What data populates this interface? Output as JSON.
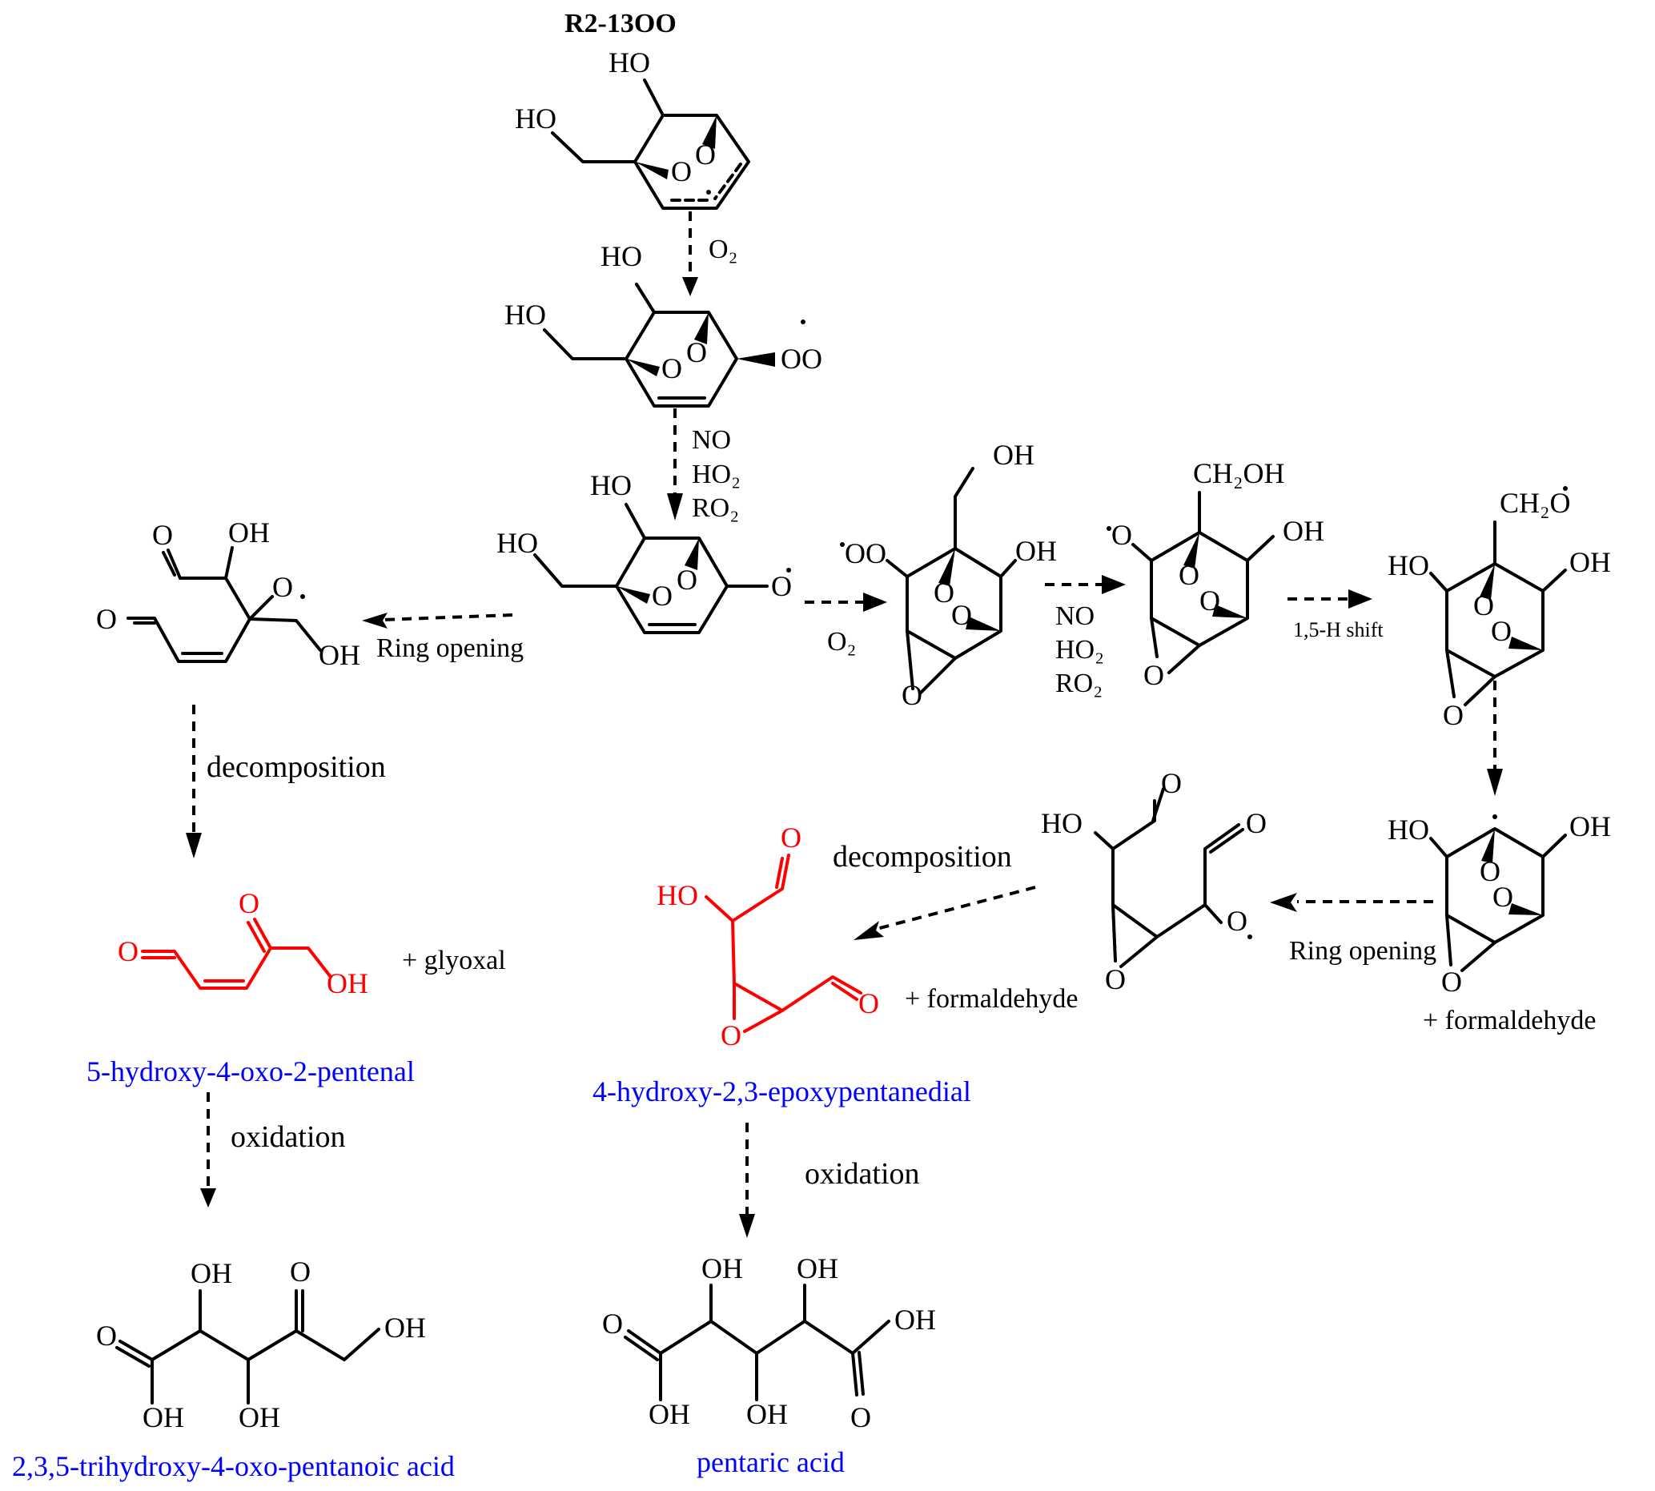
{
  "title": "R2-13OO",
  "colors": {
    "bond": "#000000",
    "product_highlight": "#ff0000",
    "product_name": "#0000ff"
  },
  "atoms": {
    "HO": "HO",
    "OH": "OH",
    "O": "O",
    "OO": "OO",
    "CH2OH": "CH₂OH",
    "CH2O": "CH₂O"
  },
  "conditions": {
    "o2": "O₂",
    "no": "NO",
    "ho2": "HO₂",
    "ro2": "RO₂",
    "h_shift": "1,5-H shift"
  },
  "steps": {
    "ring_opening_left": "Ring opening",
    "ring_opening_right": "Ring opening",
    "decomposition_left": "decomposition",
    "decomposition_right": "decomposition",
    "oxidation_left": "oxidation",
    "oxidation_right": "oxidation"
  },
  "coproducts": {
    "glyoxal": "+  glyoxal",
    "formaldehyde_mid": "+ formaldehyde",
    "formaldehyde_right": "+ formaldehyde"
  },
  "products": {
    "p1_name": "5-hydroxy-4-oxo-2-pentenal",
    "p2_name": "4-hydroxy-2,3-epoxypentanedial",
    "p3_name": "2,3,5-trihydroxy-4-oxo-pentanoic acid",
    "p4_name": "pentaric acid"
  }
}
